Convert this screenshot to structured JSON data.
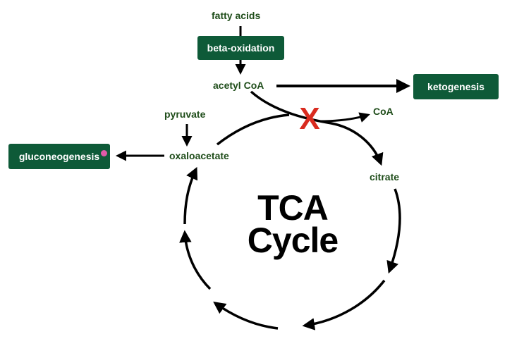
{
  "labels": {
    "fatty_acids": "fatty acids",
    "acetyl_coa": "acetyl CoA",
    "coa": "CoA",
    "pyruvate": "pyruvate",
    "oxaloacetate": "oxaloacetate",
    "citrate": "citrate"
  },
  "boxes": {
    "beta_oxidation": "beta-oxidation",
    "ketogenesis": "ketogenesis",
    "gluconeogenesis": "gluconeogenesis"
  },
  "cycle": {
    "title_line1": "TCA",
    "title_line2": "Cycle"
  },
  "blocked_step": {
    "mark": "X",
    "color": "#d92b1f"
  },
  "colors": {
    "box_fill": "#0e5a38",
    "label_text": "#1f4d1a",
    "arrow": "#000000",
    "pointer_dot": "#e05aa8"
  }
}
